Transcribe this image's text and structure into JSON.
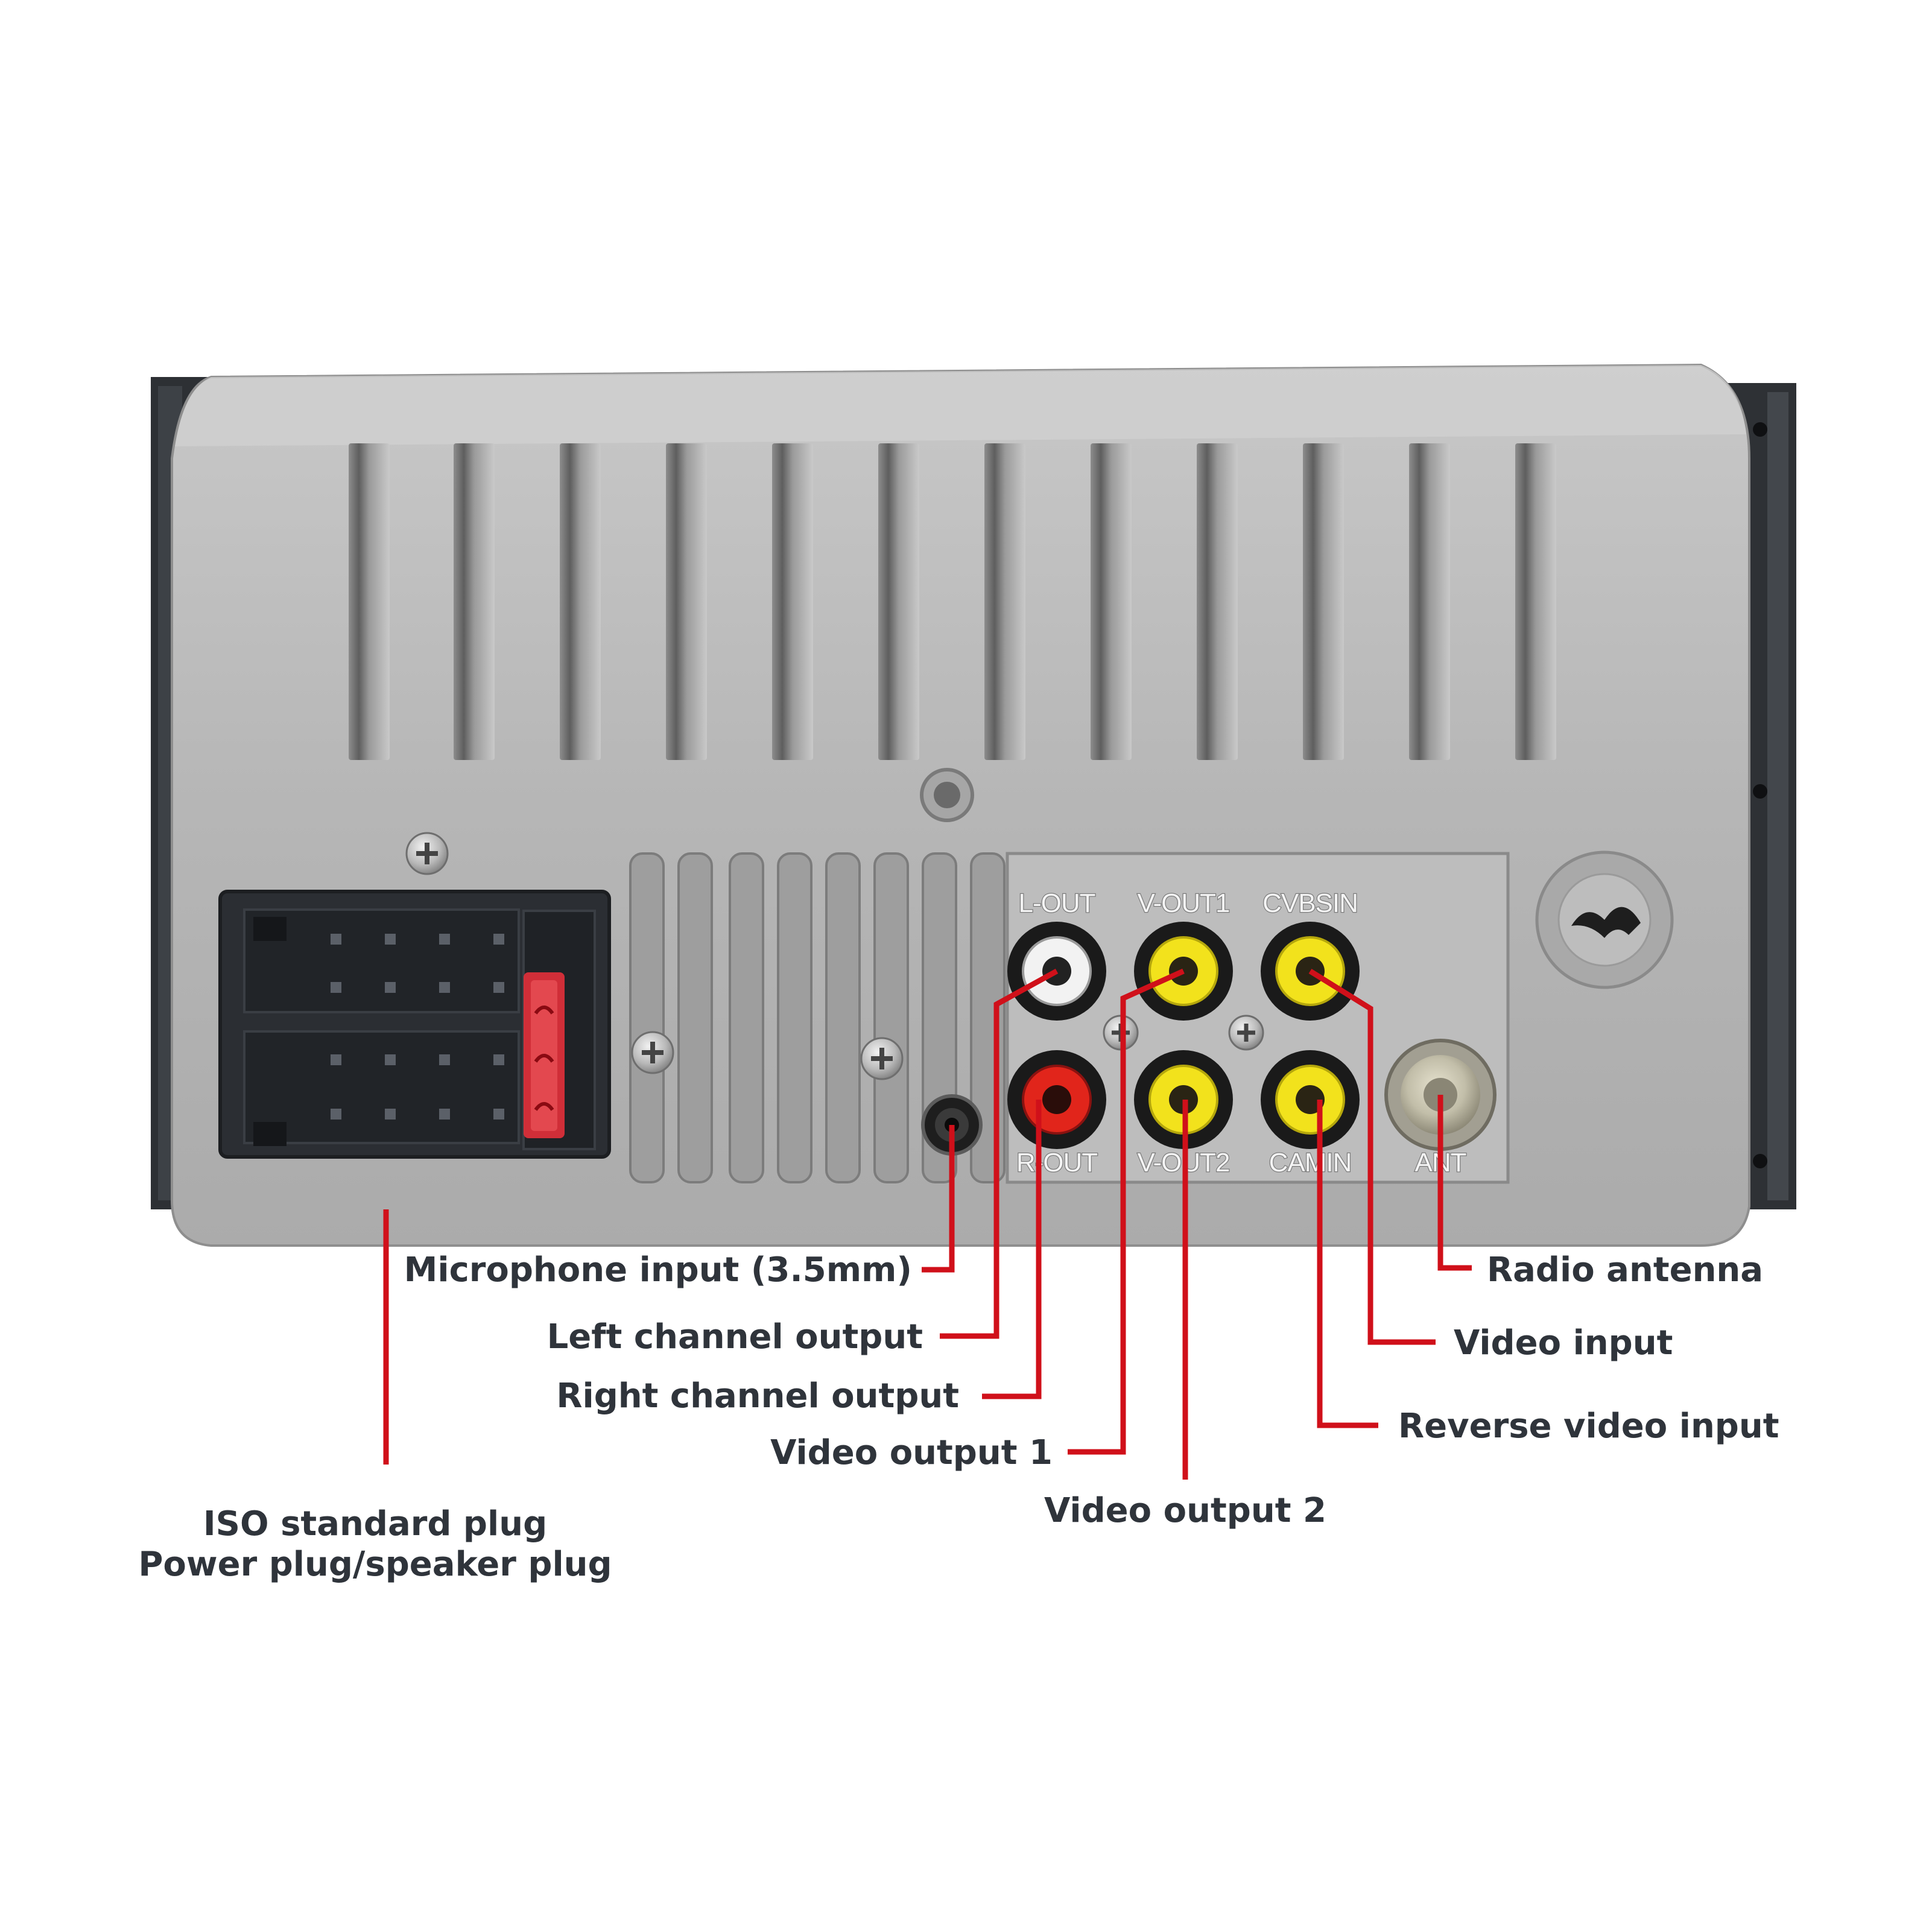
{
  "panel_labels": {
    "l_out": "L-OUT",
    "v_out1": "V-OUT1",
    "cvbs_in": "CVBSIN",
    "r_out": "R-OUT",
    "v_out2": "V-OUT2",
    "cam_in": "CAMIN",
    "ant": "ANT"
  },
  "callouts": {
    "microphone": "Microphone input (3.5mm)",
    "left_channel": "Left channel output",
    "right_channel": "Right channel output",
    "video_output_1": "Video output 1",
    "video_output_2": "Video output 2",
    "radio_antenna": "Radio antenna",
    "video_input": "Video input",
    "reverse_video": "Reverse video input",
    "iso_line1": "ISO standard plug",
    "iso_line2": "Power plug/speaker plug"
  },
  "colors": {
    "leader_line": "#d0101a",
    "label_text": "#2f343b",
    "housing": "#b9b9b9",
    "rca_white": "#f2f2f2",
    "rca_red": "#e1251b",
    "rca_yellow": "#f2e21c",
    "fuse": "#e0303a"
  }
}
